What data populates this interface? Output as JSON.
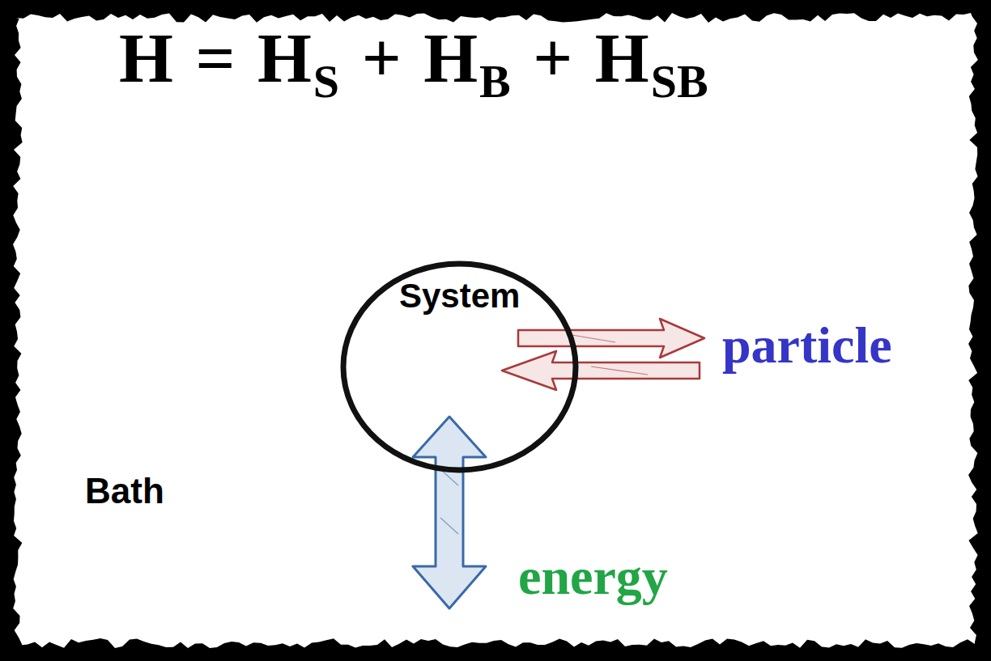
{
  "diagram": {
    "nodes": [
      {
        "text": [
          "Bath"
        ]
      },
      {
        "text": [
          "System"
        ],
        "in": 0
      }
    ],
    "labels": [
      "H",
      "=",
      "H",
      "S",
      "+",
      "H",
      "B",
      "+",
      "H",
      "SB",
      "particle",
      "energy"
    ]
  }
}
